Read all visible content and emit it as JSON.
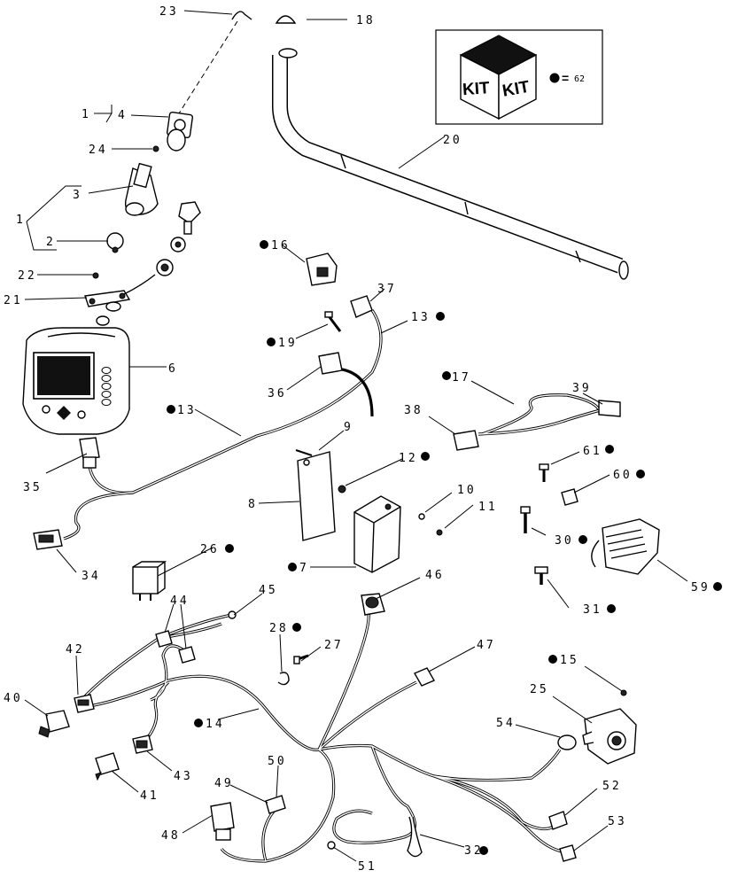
{
  "diagram": {
    "kit_legend": {
      "box_text_left": "KIT",
      "box_text_right": "KIT",
      "equals": "=",
      "ref": "62"
    },
    "callouts": {
      "c1a": "1",
      "c1b": "1",
      "c2": "2",
      "c3": "3",
      "c4": "4",
      "c6": "6",
      "c7": "7",
      "c8": "8",
      "c9": "9",
      "c10": "10",
      "c11": "11",
      "c12": "12",
      "c13a": "13",
      "c13b": "13",
      "c14": "14",
      "c15": "15",
      "c16": "16",
      "c17": "17",
      "c18": "18",
      "c19": "19",
      "c20": "20",
      "c21": "21",
      "c22": "22",
      "c23": "23",
      "c24": "24",
      "c25": "25",
      "c26": "26",
      "c27": "27",
      "c28": "28",
      "c30": "30",
      "c31": "31",
      "c32": "32",
      "c34": "34",
      "c35": "35",
      "c36": "36",
      "c37": "37",
      "c38": "38",
      "c39": "39",
      "c40": "40",
      "c41": "41",
      "c42": "42",
      "c43": "43",
      "c44": "44",
      "c45": "45",
      "c46": "46",
      "c47": "47",
      "c48": "48",
      "c49": "49",
      "c50": "50",
      "c51": "51",
      "c52": "52",
      "c53": "53",
      "c54": "54",
      "c59": "59",
      "c60": "60",
      "c61": "61"
    }
  }
}
